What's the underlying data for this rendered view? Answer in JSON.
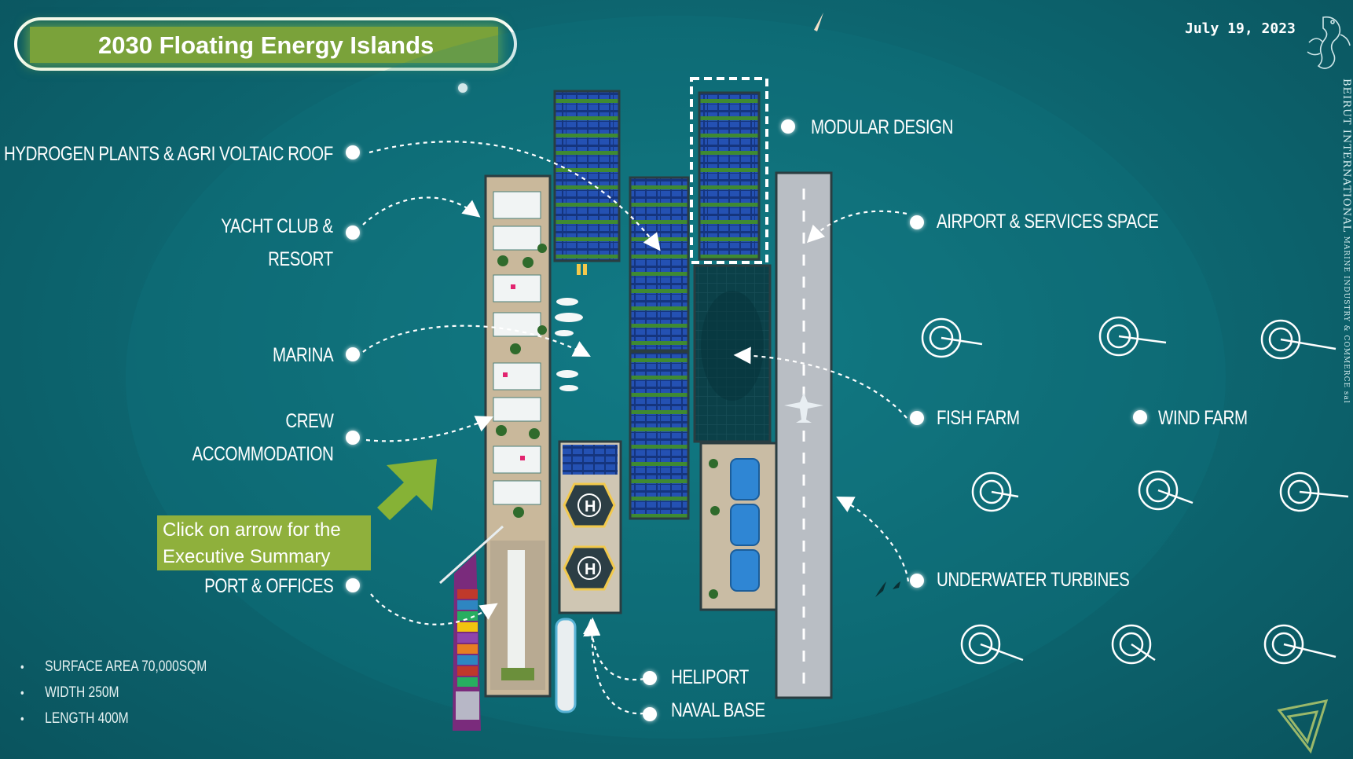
{
  "slide": {
    "title": "2030 Floating Energy Islands",
    "date": "July 19, 2023",
    "brand": {
      "line1": "BEIRUT INTERNATIONAL",
      "line2": "MARINE INDUSTRY & COMMERCE sal"
    },
    "cta_text": "Click on arrow for the Executive Summary",
    "labels": {
      "hydrogen": "HYDROGEN PLANTS & AGRI VOLTAIC ROOF",
      "yacht_l1": "YACHT CLUB &",
      "yacht_l2": "RESORT",
      "marina": "MARINA",
      "crew_l1": "CREW",
      "crew_l2": "ACCOMMODATION",
      "port": "PORT & OFFICES",
      "heliport": "HELIPORT",
      "naval": "NAVAL BASE",
      "modular": "MODULAR DESIGN",
      "airport": "AIRPORT & SERVICES SPACE",
      "fish": "FISH FARM",
      "wind": "WIND FARM",
      "turbines": "UNDERWATER TURBINES"
    },
    "stats": [
      "SURFACE AREA 70,000SQM",
      "WIDTH 250M",
      "LENGTH 400M"
    ],
    "icons": {
      "cta_arrow": "arrow-up-right-icon",
      "heliport_marker": "helipad-icon",
      "brand_logo": "seahorse-logo-icon",
      "corner_logo": "leaf-logo-icon"
    },
    "colors": {
      "sea": "#0f6d77",
      "accent_green": "#8fb03c",
      "solar_blue": "#1f4aa8",
      "runway": "#b9bec4"
    }
  }
}
